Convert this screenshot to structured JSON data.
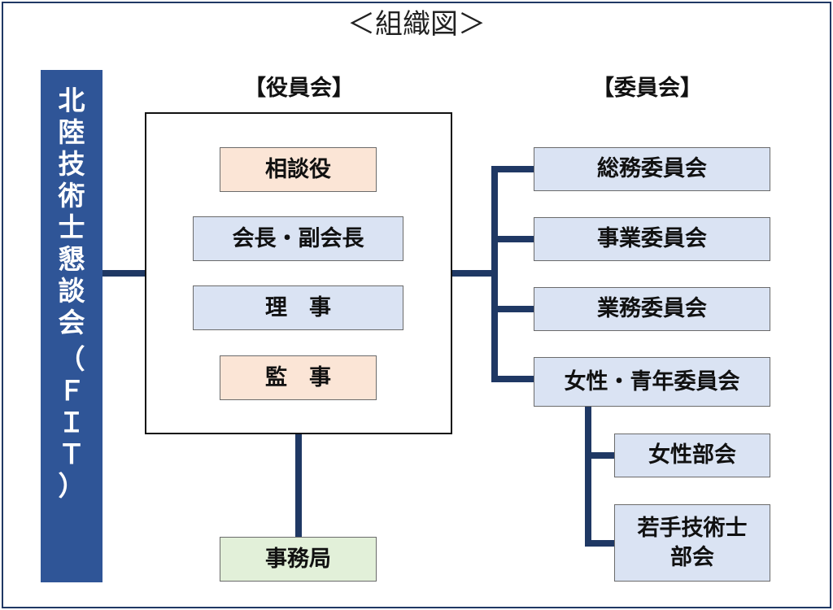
{
  "title": "＜組織図＞",
  "organization": {
    "name_chars": [
      "北",
      "陸",
      "技",
      "術",
      "士",
      "懇",
      "談",
      "会",
      "（",
      "Ｆ",
      "Ｉ",
      "Ｔ",
      "）"
    ]
  },
  "board_section": {
    "heading": "【役員会】",
    "roles": {
      "advisor": "相談役",
      "president": "会長・副会長",
      "directors": "理　事",
      "auditors": "監　事"
    }
  },
  "secretariat": "事務局",
  "committee_section": {
    "heading": "【委員会】",
    "committees": {
      "general_affairs": "総務委員会",
      "projects": "事業委員会",
      "operations": "業務委員会",
      "women_youth": "女性・青年委員会"
    },
    "subdivisions": {
      "women": "女性部会",
      "young_engineers": "若手技術士\n部会"
    }
  },
  "colors": {
    "side_bar": "#2f5597",
    "connector": "#1f3864",
    "role_advisor_auditor": "#fbe5d6",
    "role_committee": "#dae3f3",
    "secretariat": "#e2f0d9"
  }
}
